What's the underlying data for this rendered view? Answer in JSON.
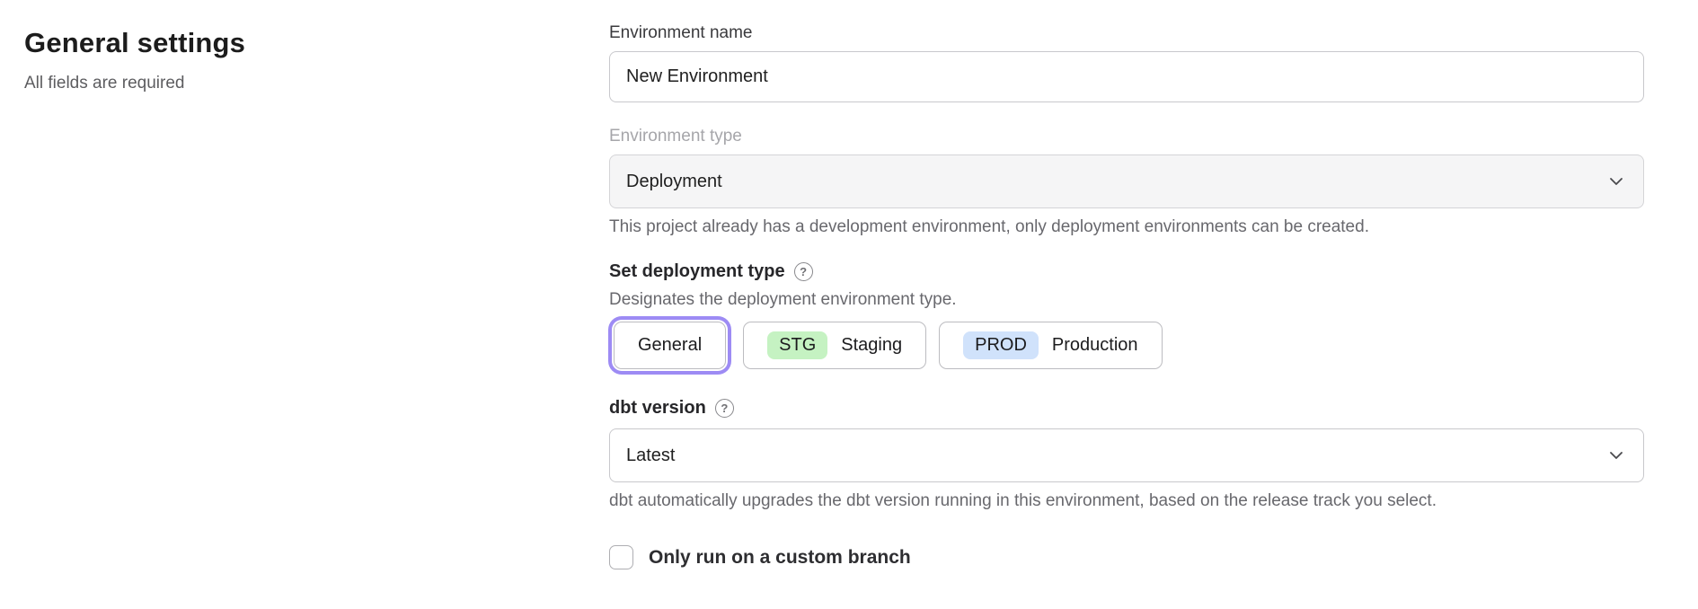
{
  "page": {
    "title": "General settings",
    "subtitle": "All fields are required"
  },
  "form": {
    "environment_name": {
      "label": "Environment name",
      "value": "New Environment"
    },
    "environment_type": {
      "label": "Environment type",
      "selected_value": "Deployment",
      "disabled": true,
      "helper": "This project already has a development environment, only deployment environments can be created."
    },
    "deployment_type": {
      "label": "Set deployment type",
      "help_icon": "?",
      "helper": "Designates the deployment environment type.",
      "options": [
        {
          "label": "General",
          "badge": "",
          "selected": true
        },
        {
          "label": "Staging",
          "badge": "STG",
          "badge_color": "#c5f2c2",
          "selected": false
        },
        {
          "label": "Production",
          "badge": "PROD",
          "badge_color": "#d0e2fb",
          "selected": false
        }
      ]
    },
    "dbt_version": {
      "label": "dbt version",
      "help_icon": "?",
      "selected_value": "Latest",
      "helper": "dbt automatically upgrades the dbt version running in this environment, based on the release track you select."
    },
    "custom_branch": {
      "label": "Only run on a custom branch",
      "checked": false
    }
  },
  "colors": {
    "accent_selected_ring": "#9d8bf4",
    "staging_badge_green": "#c5f2c2",
    "production_badge_blue": "#d0e2fb",
    "disabled_field_bg": "#f5f5f6"
  }
}
